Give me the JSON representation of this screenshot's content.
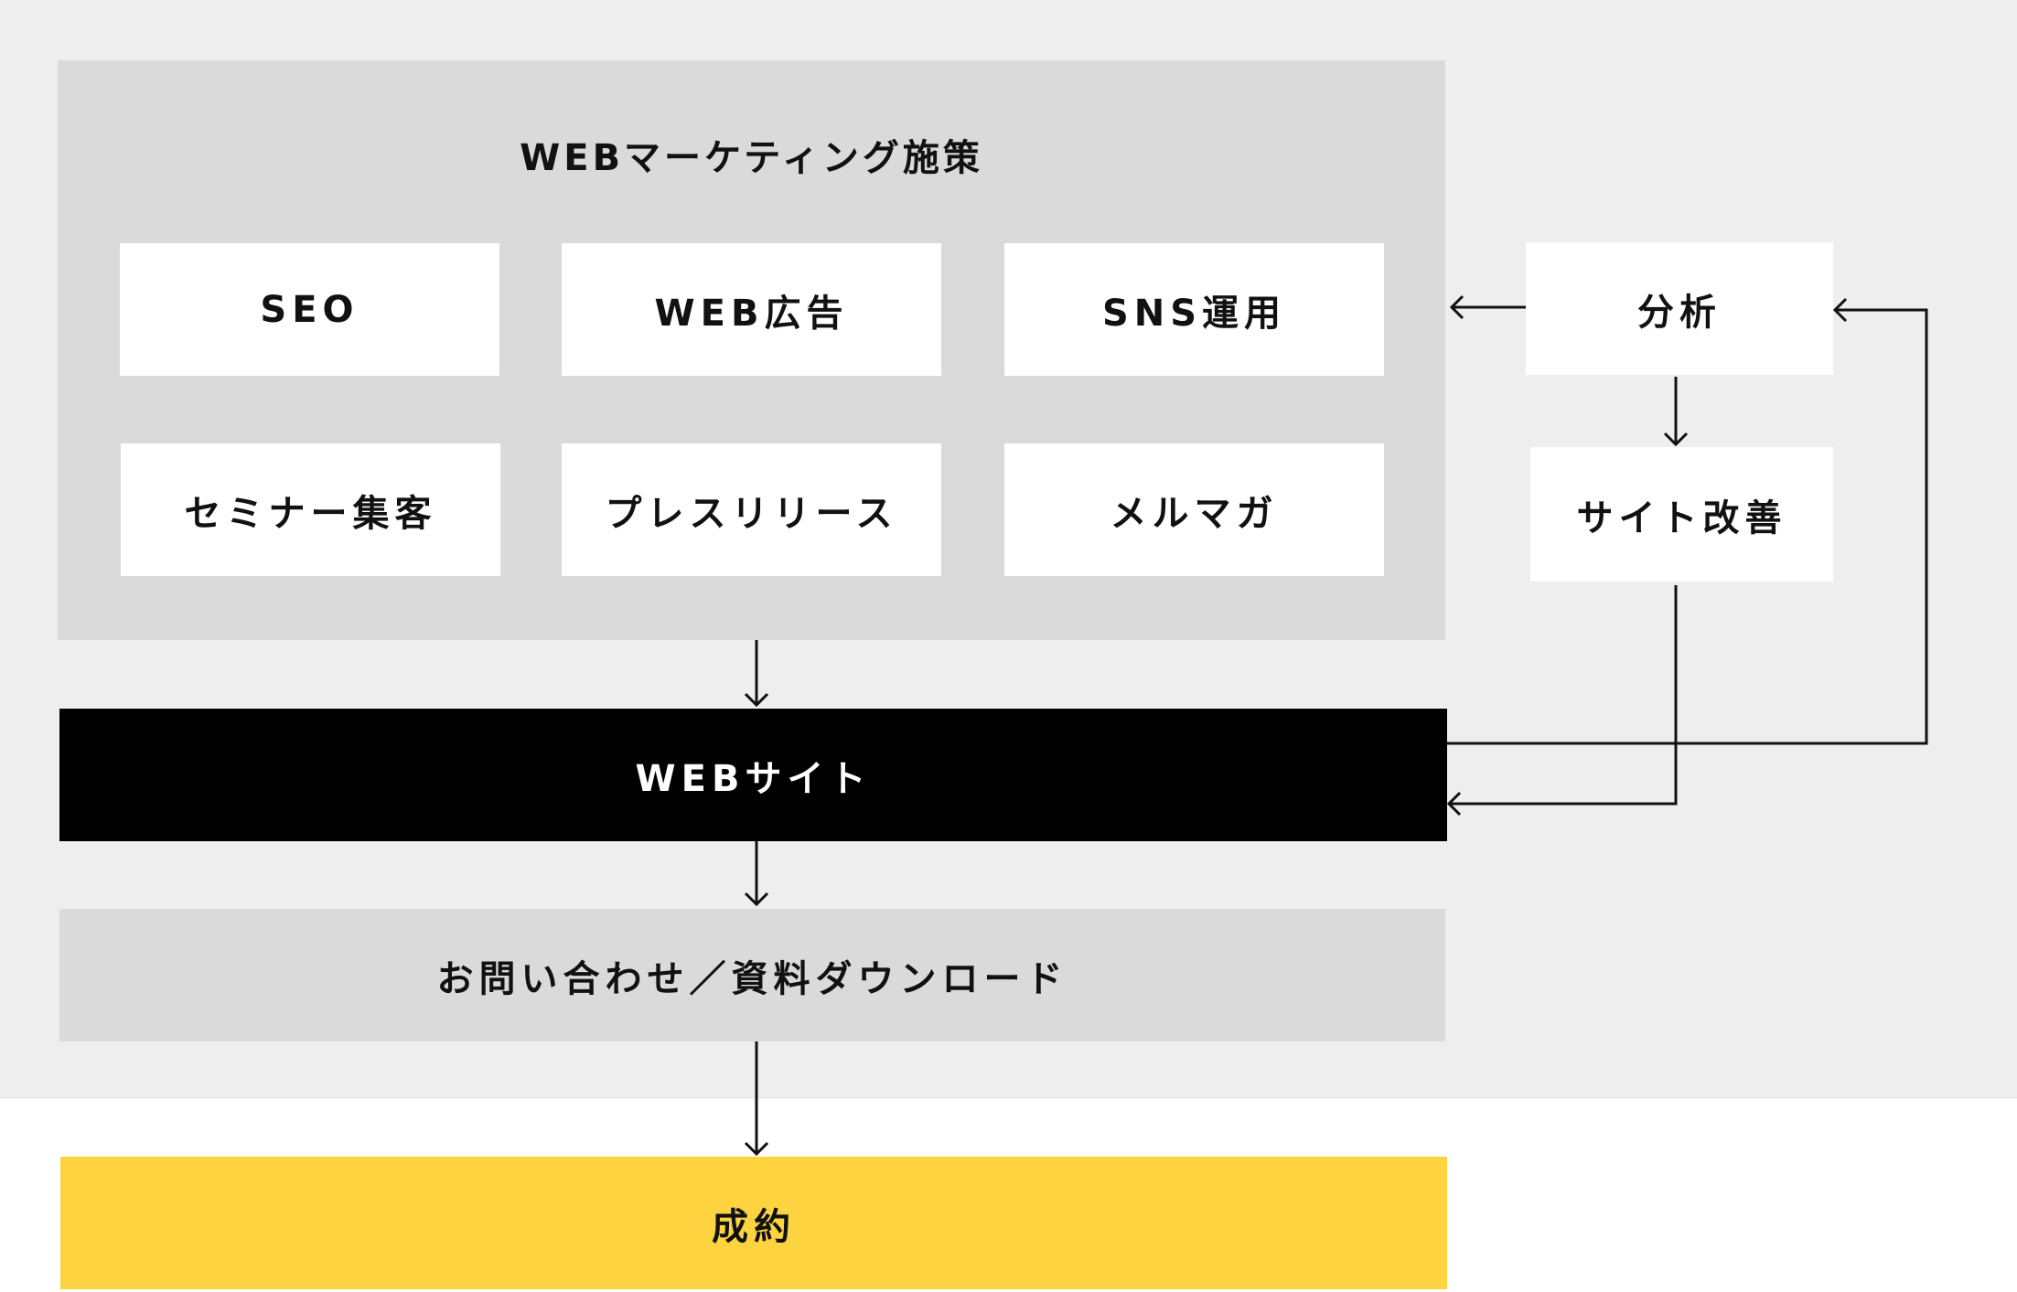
{
  "group": {
    "title": "WEBマーケティング施策",
    "items": [
      "SEO",
      "WEB広告",
      "SNS運用",
      "セミナー集客",
      "プレスリリース",
      "メルマガ"
    ]
  },
  "analysis": "分析",
  "site_improvement": "サイト改善",
  "website": "WEBサイト",
  "conversion_point": "お問い合わせ／資料ダウンロード",
  "contract": "成約",
  "colors": {
    "background": "#eeeeee",
    "panel": "#dadada",
    "website": "#000000",
    "contract": "#fdd33f"
  }
}
